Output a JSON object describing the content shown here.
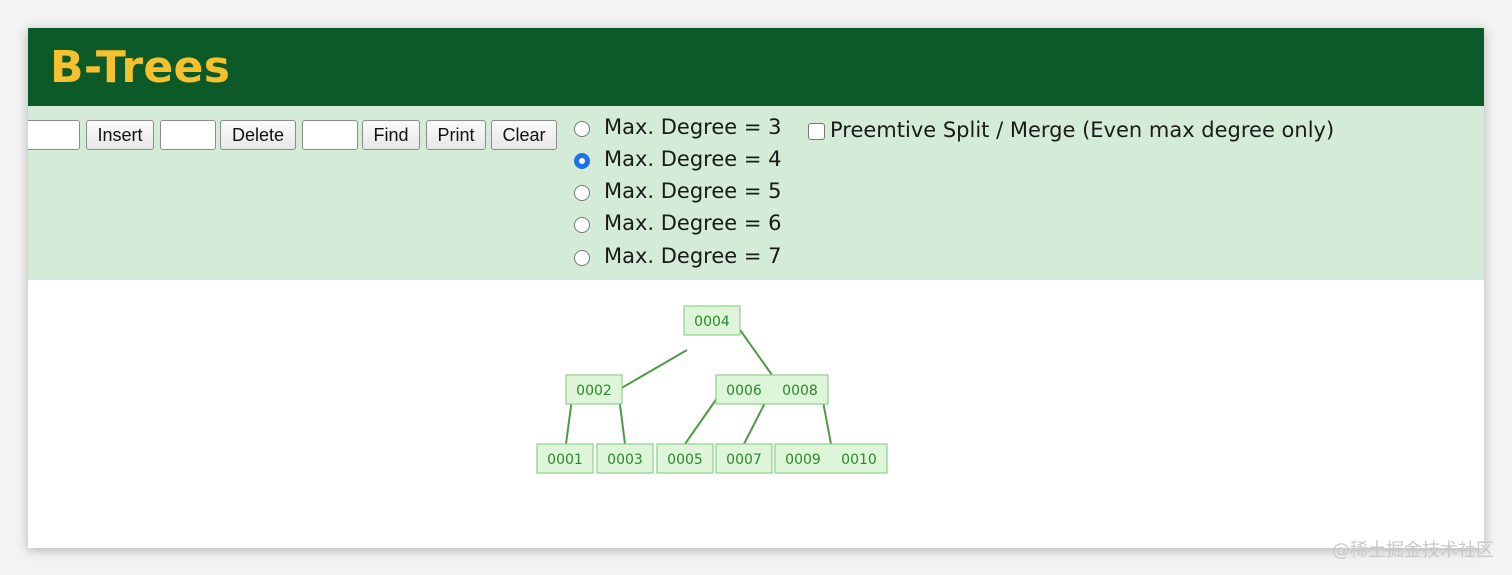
{
  "header": {
    "title": "B-Trees"
  },
  "toolbar": {
    "insert_value": "",
    "insert_label": "Insert",
    "delete_value": "",
    "delete_label": "Delete",
    "find_value": "",
    "find_label": "Find",
    "print_label": "Print",
    "clear_label": "Clear"
  },
  "degree_options": [
    {
      "label": "Max. Degree = 3",
      "checked": false
    },
    {
      "label": "Max. Degree = 4",
      "checked": true
    },
    {
      "label": "Max. Degree = 5",
      "checked": false
    },
    {
      "label": "Max. Degree = 6",
      "checked": false
    },
    {
      "label": "Max. Degree = 7",
      "checked": false
    }
  ],
  "preemptive": {
    "label": "Preemtive Split / Merge (Even max degree only)",
    "checked": false
  },
  "tree": {
    "node_fill": "#dff5da",
    "node_stroke": "#8fd08a",
    "text_color": "#2a8a2a",
    "edge_color": "#4f9b45",
    "root": [
      "0004"
    ],
    "internal": [
      [
        "0002"
      ],
      [
        "0006",
        "0008"
      ]
    ],
    "leaves": [
      [
        "0001"
      ],
      [
        "0003"
      ],
      [
        "0005"
      ],
      [
        "0007"
      ],
      [
        "0009",
        "0010"
      ]
    ]
  },
  "watermark": "@稀土掘金技术社区"
}
